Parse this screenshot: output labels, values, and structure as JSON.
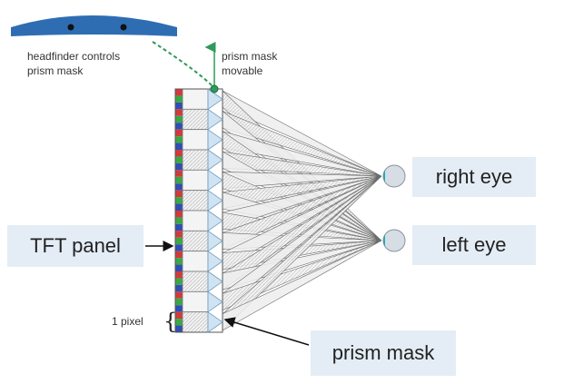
{
  "labels": {
    "headfinder_line1": "headfinder controls",
    "headfinder_line2": "prism mask",
    "movable_line1": "prism mask",
    "movable_line2": "movable",
    "tft_panel": "TFT panel",
    "right_eye": "right eye",
    "left_eye": "left eye",
    "prism_mask": "prism mask",
    "one_pixel": "1 pixel"
  },
  "colors": {
    "label_box": "#e4edf5",
    "headfinder_bar": "#2f6db3",
    "dashed_link": "#2f9a5a",
    "prism": "#cfe3f2",
    "eye": "#d6dde4",
    "subpixel_red": "#d23a3a",
    "subpixel_green": "#3aa845",
    "subpixel_blue": "#2f4fb5"
  },
  "icons": {
    "headfinder": "headfinder-bar-icon",
    "eye": "eyeball-icon",
    "brace": "curly-brace-icon"
  }
}
